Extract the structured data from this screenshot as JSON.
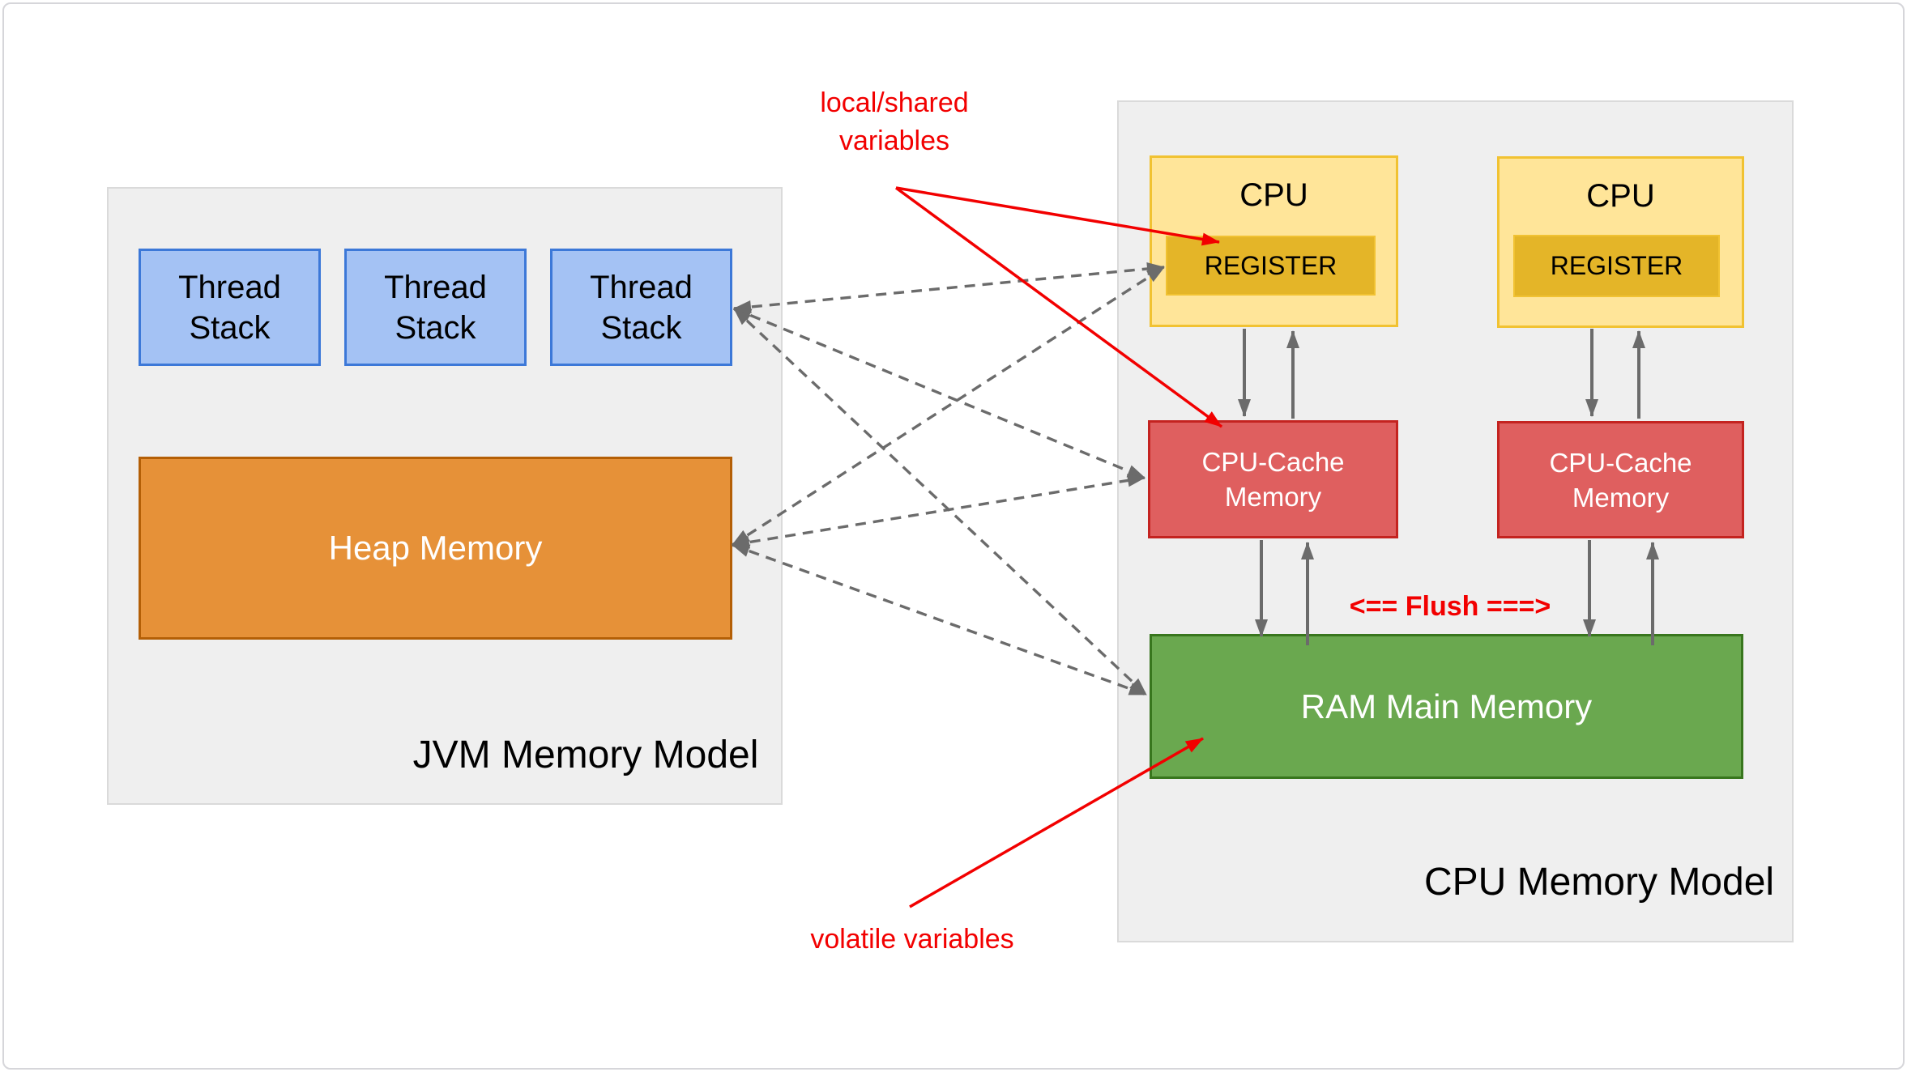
{
  "jvm_panel": {
    "title": "JVM Memory Model",
    "thread_stacks": [
      {
        "lines": [
          "Thread",
          "Stack"
        ]
      },
      {
        "lines": [
          "Thread",
          "Stack"
        ]
      },
      {
        "lines": [
          "Thread",
          "Stack"
        ]
      }
    ],
    "heap_label": "Heap Memory"
  },
  "cpu_panel": {
    "title": "CPU Memory Model",
    "cpus": [
      {
        "label": "CPU",
        "register_label": "REGISTER"
      },
      {
        "label": "CPU",
        "register_label": "REGISTER"
      }
    ],
    "caches": [
      {
        "lines": [
          "CPU-Cache",
          "Memory"
        ]
      },
      {
        "lines": [
          "CPU-Cache",
          "Memory"
        ]
      }
    ],
    "ram_label": "RAM Main Memory"
  },
  "annotations": {
    "local_shared": {
      "lines": [
        "local/shared",
        "variables"
      ]
    },
    "volatile_label": "volatile variables",
    "flush_label": "<== Flush ===>"
  },
  "colors": {
    "panel_gray": "#efefef",
    "thread_stack_fill": "#a4c2f4",
    "thread_stack_border": "#3c78d8",
    "heap_fill": "#e69138",
    "heap_border": "#b45f06",
    "cpu_fill": "#ffe599",
    "cpu_border": "#f1c232",
    "register_fill": "#e4b528",
    "cache_fill": "#df5f5f",
    "cache_border": "#c42320",
    "ram_fill": "#6aa84f",
    "ram_border": "#38761d",
    "connector_gray": "#6b6b6b",
    "annotation_red": "#f20000"
  },
  "edges": [
    {
      "from": "thread-stack-3",
      "to": "register-1",
      "type": "dashed-bidirectional"
    },
    {
      "from": "thread-stack-3",
      "to": "cache-1",
      "type": "dashed-bidirectional"
    },
    {
      "from": "thread-stack-3",
      "to": "ram",
      "type": "dashed-bidirectional"
    },
    {
      "from": "heap",
      "to": "register-1",
      "type": "dashed-bidirectional"
    },
    {
      "from": "heap",
      "to": "cache-1",
      "type": "dashed-bidirectional"
    },
    {
      "from": "heap",
      "to": "ram",
      "type": "dashed-bidirectional"
    },
    {
      "from": "cpu-1",
      "to": "cache-1",
      "type": "solid-arrow"
    },
    {
      "from": "cache-1",
      "to": "cpu-1",
      "type": "solid-arrow"
    },
    {
      "from": "cache-1",
      "to": "ram",
      "type": "solid-arrow"
    },
    {
      "from": "ram",
      "to": "cache-1",
      "type": "solid-arrow"
    },
    {
      "from": "cpu-2",
      "to": "cache-2",
      "type": "solid-arrow"
    },
    {
      "from": "cache-2",
      "to": "cpu-2",
      "type": "solid-arrow"
    },
    {
      "from": "cache-2",
      "to": "ram",
      "type": "solid-arrow"
    },
    {
      "from": "ram",
      "to": "cache-2",
      "type": "solid-arrow"
    },
    {
      "from": "label-local-shared",
      "to": "register-1",
      "type": "red-arrow"
    },
    {
      "from": "label-local-shared",
      "to": "cache-1",
      "type": "red-arrow"
    },
    {
      "from": "label-volatile",
      "to": "ram",
      "type": "red-arrow"
    }
  ]
}
